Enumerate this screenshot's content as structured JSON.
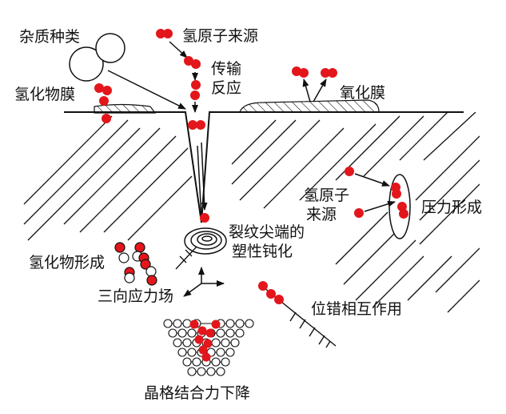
{
  "diagram": {
    "title": "Hydrogen embrittlement mechanisms at a crack tip",
    "labels": {
      "impurity_species": "杂质种类",
      "hydrogen_atom_source": "氢原子来源",
      "transport_line1": "传输",
      "transport_line2": "反应",
      "hydride_film": "氢化物膜",
      "oxide_film": "氧化膜",
      "hydrogen_source_line1": "氢原子",
      "hydrogen_source_line2": "来源",
      "pressure_formation": "压力形成",
      "crack_tip_line1": "裂纹尖端的",
      "crack_tip_line2": "塑性钝化",
      "hydride_formation": "氢化物形成",
      "triaxial_stress_field": "三向应力场",
      "dislocation_interaction": "位错相互作用",
      "lattice_bond_decrease": "晶格结合力下降"
    },
    "colors": {
      "hydrogen_atom": "#e3161b",
      "metal_atom_fill": "#ffffff",
      "line": "#111111"
    }
  }
}
